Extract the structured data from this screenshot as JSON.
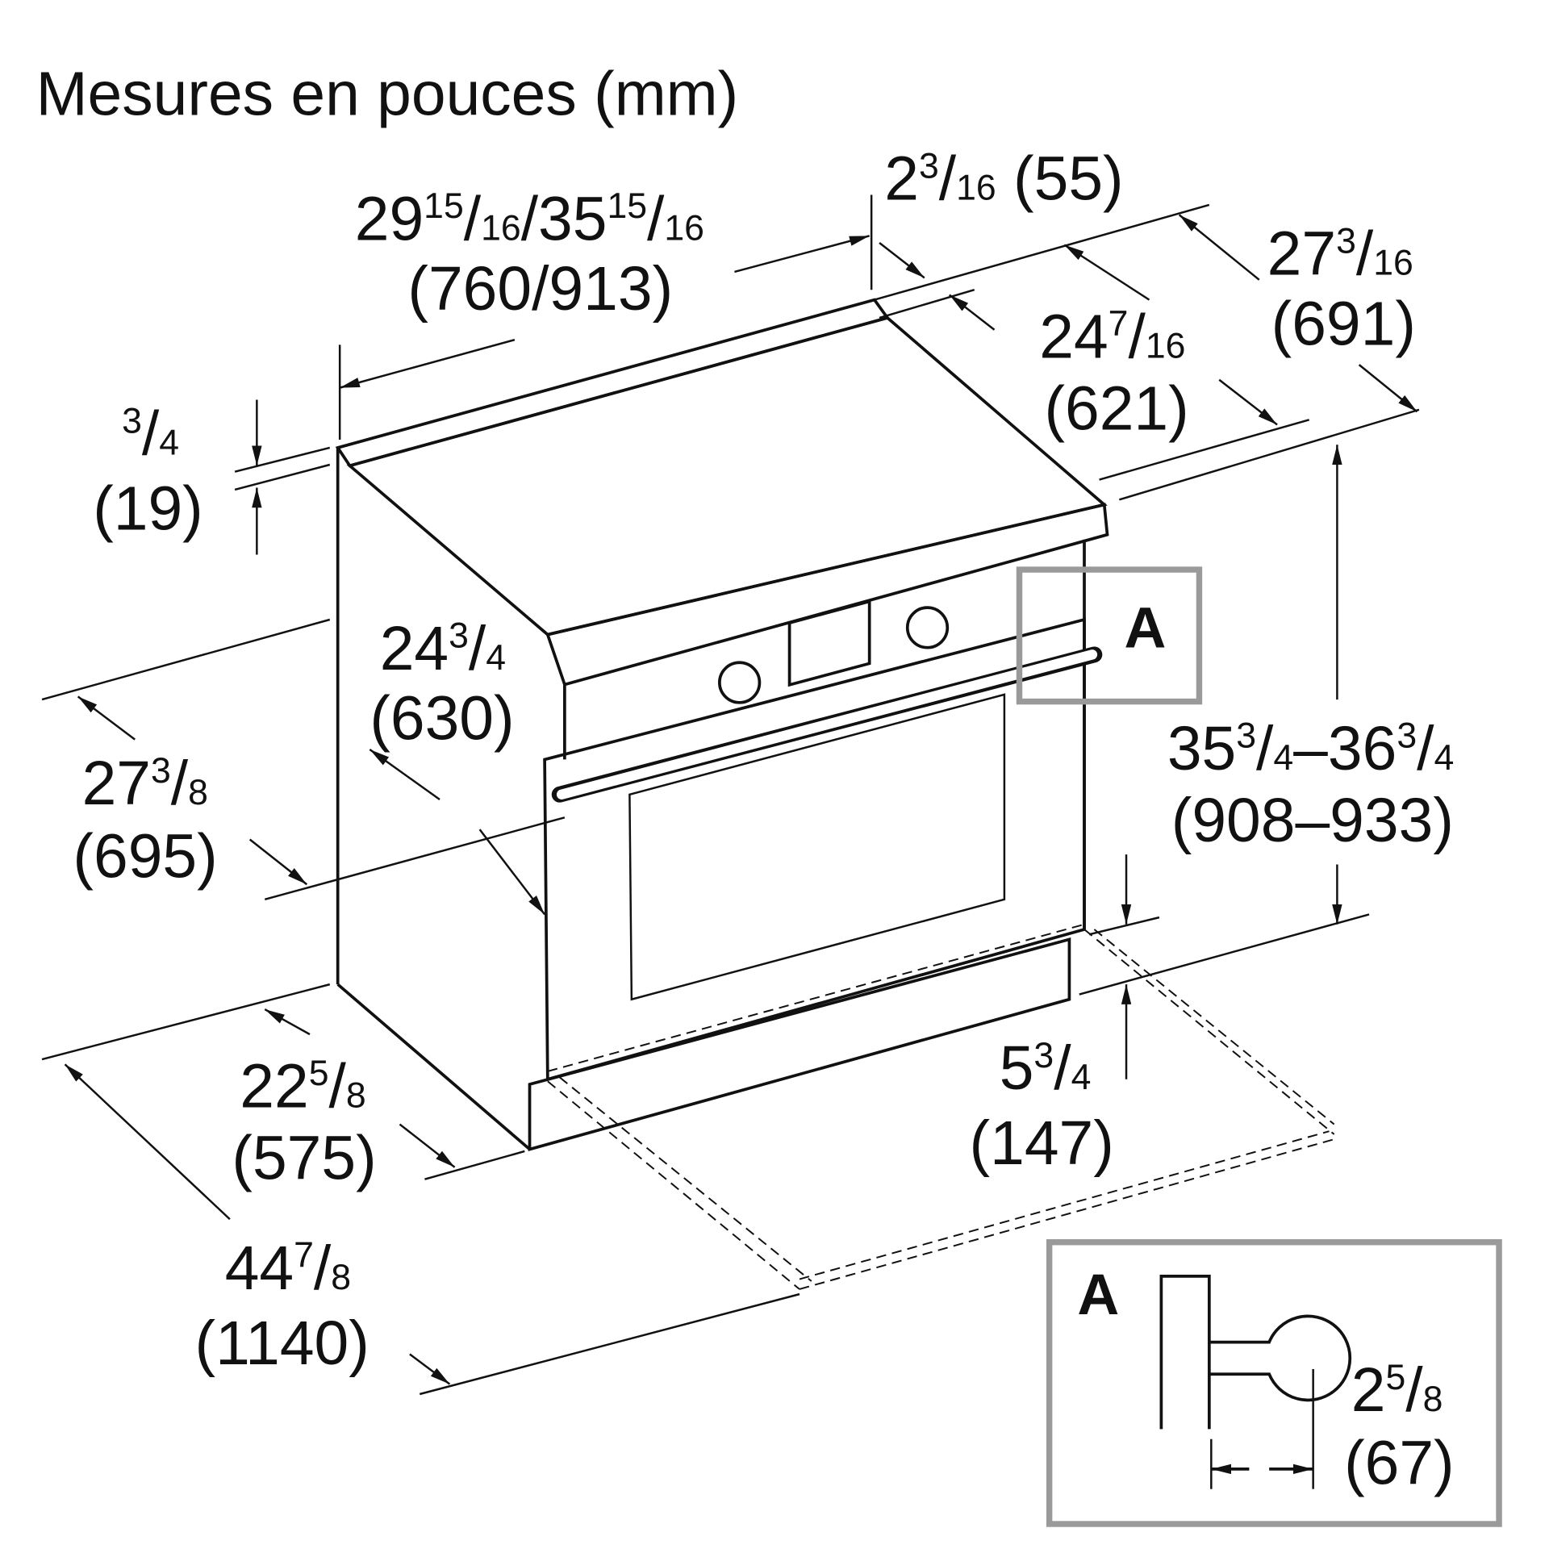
{
  "title": "Mesures en pouces (mm)",
  "detail_label": "A",
  "colors": {
    "line": "#111111",
    "callout_box": "#9a9a9a"
  },
  "dimensions": {
    "width": {
      "inch": [
        {
          "t": "29"
        },
        {
          "sup": "15"
        },
        {
          "t": "/"
        },
        {
          "sub": "16"
        },
        {
          "t": "/35"
        },
        {
          "sup": "15"
        },
        {
          "t": "/"
        },
        {
          "sub": "16"
        }
      ],
      "mm": "(760/913)"
    },
    "backguard_depth": {
      "inch": [
        {
          "t": "2"
        },
        {
          "sup": "3"
        },
        {
          "t": "/"
        },
        {
          "sub": "16"
        },
        {
          "t": " (55)"
        }
      ]
    },
    "total_depth": {
      "inch": [
        {
          "t": "27"
        },
        {
          "sup": "3"
        },
        {
          "t": "/"
        },
        {
          "sub": "16"
        }
      ],
      "mm": "(691)"
    },
    "cooktop_depth": {
      "inch": [
        {
          "t": "24"
        },
        {
          "sup": "7"
        },
        {
          "t": "/"
        },
        {
          "sub": "16"
        }
      ],
      "mm": "(621)"
    },
    "backguard_height": {
      "inch": [
        {
          "sup": "3"
        },
        {
          "t": "/"
        },
        {
          "sub": "4"
        }
      ],
      "mm": "(19)"
    },
    "side_depth": {
      "inch": [
        {
          "t": "24"
        },
        {
          "sup": "3"
        },
        {
          "t": "/"
        },
        {
          "sub": "4"
        }
      ],
      "mm": "(630)"
    },
    "depth_with_handle": {
      "inch": [
        {
          "t": "27"
        },
        {
          "sup": "3"
        },
        {
          "t": "/"
        },
        {
          "sub": "8"
        }
      ],
      "mm": "(695)"
    },
    "height": {
      "inch": [
        {
          "t": "35"
        },
        {
          "sup": "3"
        },
        {
          "t": "/"
        },
        {
          "sub": "4"
        },
        {
          "t": "–36"
        },
        {
          "sup": "3"
        },
        {
          "t": "/"
        },
        {
          "sub": "4"
        }
      ],
      "mm": "(908–933)"
    },
    "toe_kick": {
      "inch": [
        {
          "t": "5"
        },
        {
          "sup": "3"
        },
        {
          "t": "/"
        },
        {
          "sub": "4"
        }
      ],
      "mm": "(147)"
    },
    "body_depth": {
      "inch": [
        {
          "t": "22"
        },
        {
          "sup": "5"
        },
        {
          "t": "/"
        },
        {
          "sub": "8"
        }
      ],
      "mm": "(575)"
    },
    "door_open_depth": {
      "inch": [
        {
          "t": "44"
        },
        {
          "sup": "7"
        },
        {
          "t": "/"
        },
        {
          "sub": "8"
        }
      ],
      "mm": "(1140)"
    },
    "handle_projection": {
      "inch": [
        {
          "t": "2"
        },
        {
          "sup": "5"
        },
        {
          "t": "/"
        },
        {
          "sub": "8"
        }
      ],
      "mm": "(67)"
    }
  }
}
